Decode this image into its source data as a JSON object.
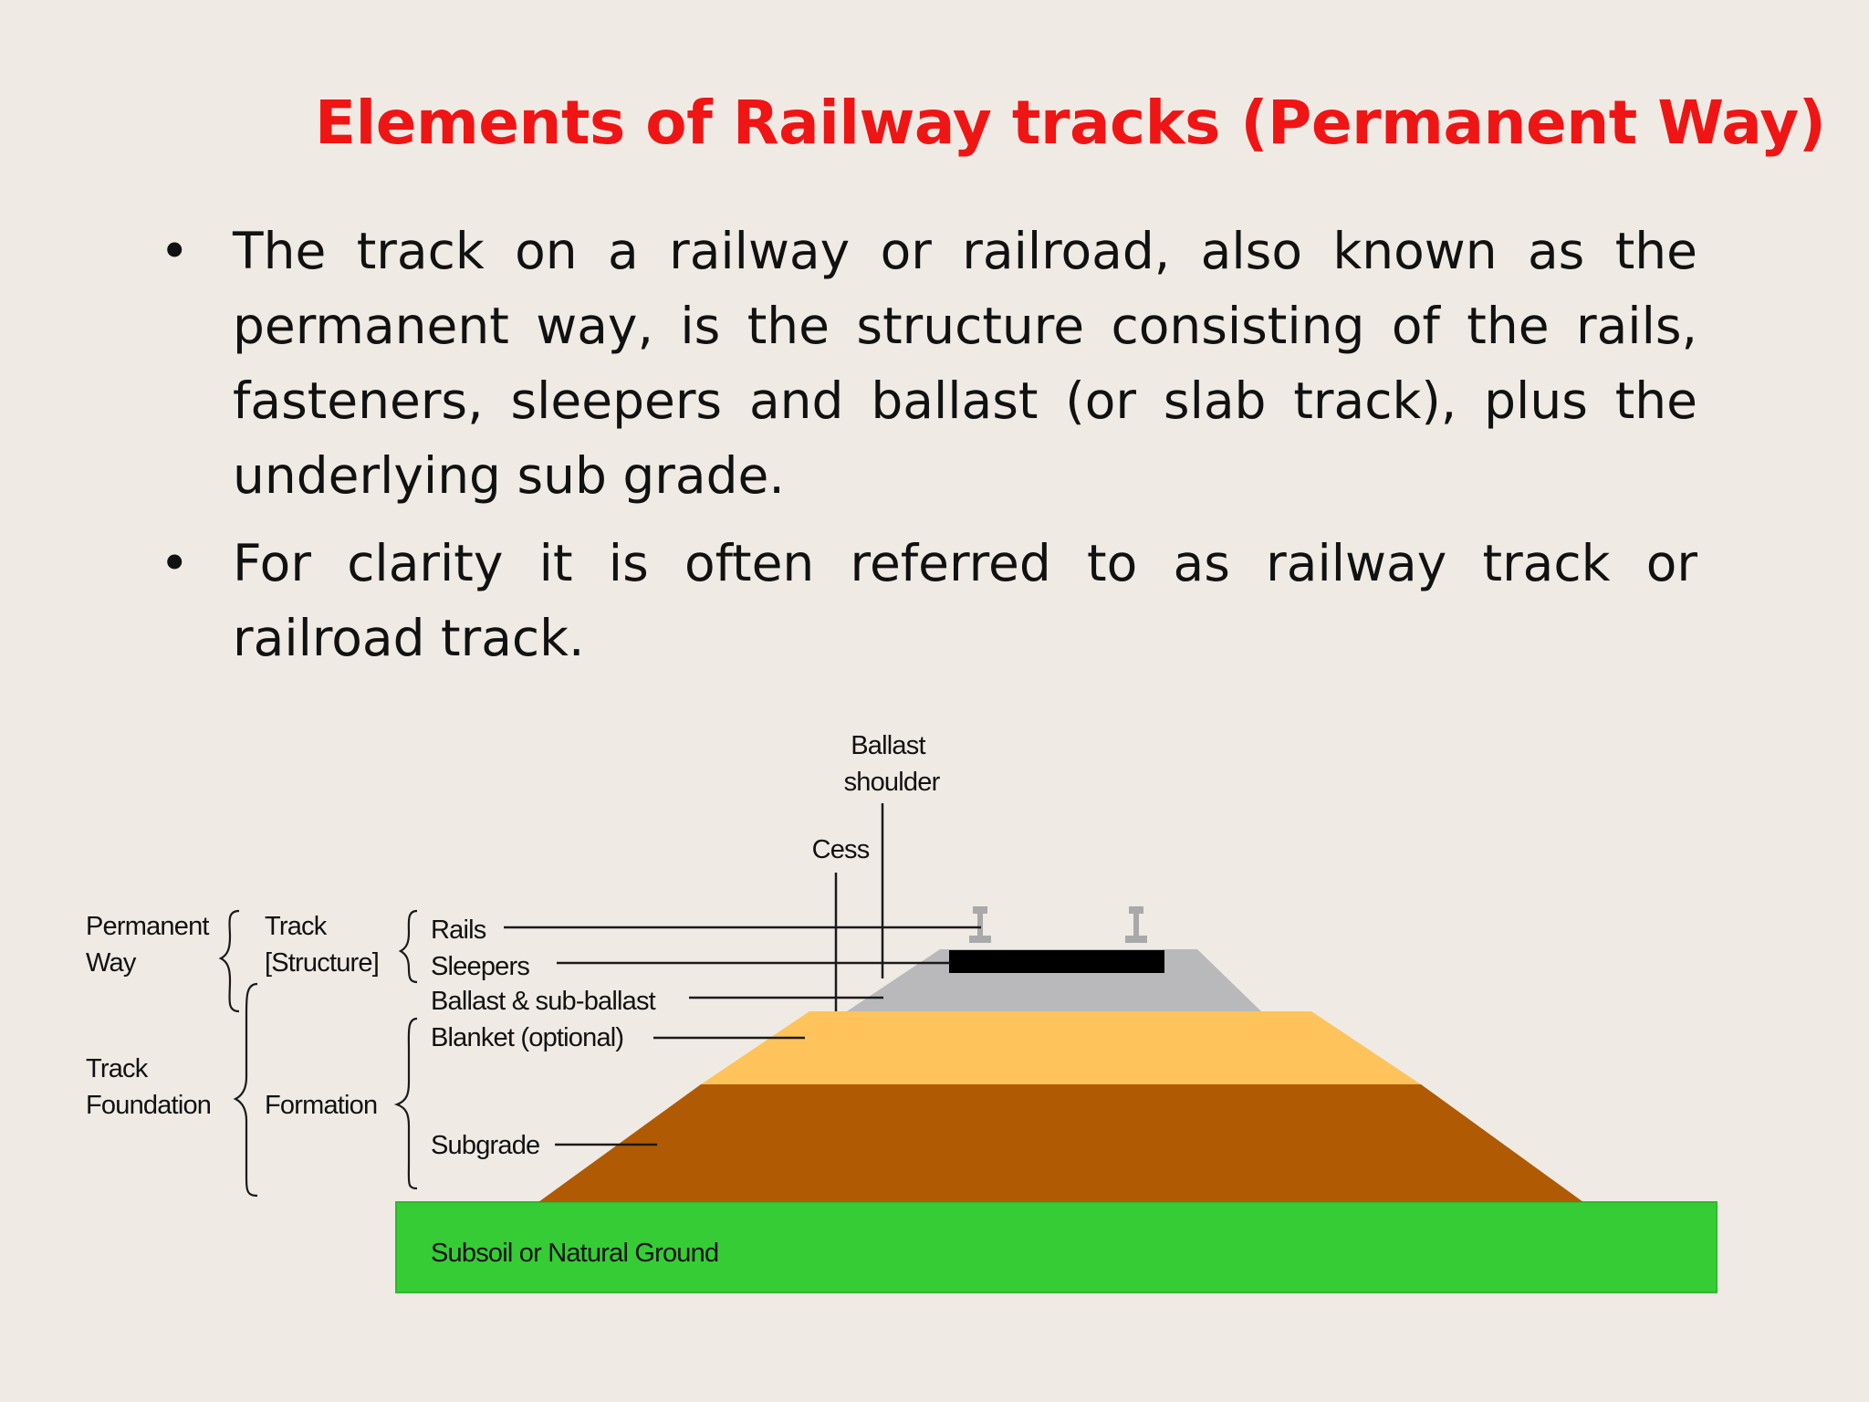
{
  "slide": {
    "title": "Elements of Railway tracks (Permanent Way)",
    "bullets": [
      "The track on a railway or railroad, also known as the permanent way, is the structure consisting of the rails, fasteners, sleepers and ballast (or slab track), plus the underlying sub grade.",
      "For clarity it is often referred to as railway track or railroad track."
    ],
    "bullet_symbol": "•"
  },
  "diagram": {
    "group_labels": {
      "permanent_way_1": "Permanent",
      "permanent_way_2": "Way",
      "track_foundation_1": "Track",
      "track_foundation_2": "Foundation",
      "track_structure_1": "Track",
      "track_structure_2": "[Structure]",
      "formation": "Formation"
    },
    "layer_labels": {
      "rails": "Rails",
      "sleepers": "Sleepers",
      "ballast": "Ballast & sub-ballast",
      "blanket": "Blanket (optional)",
      "subgrade": "Subgrade",
      "subsoil": "Subsoil or Natural Ground"
    },
    "top_labels": {
      "ballast_shoulder_1": "Ballast",
      "ballast_shoulder_2": "shoulder",
      "cess": "Cess"
    },
    "colors": {
      "ballast": "#b9b9bb",
      "blanket": "#fec35a",
      "subgrade": "#b05a03",
      "subsoil": "#36cc36",
      "sleeper": "#000000",
      "rail": "#a9a9a9",
      "title": "#ef1515"
    }
  }
}
